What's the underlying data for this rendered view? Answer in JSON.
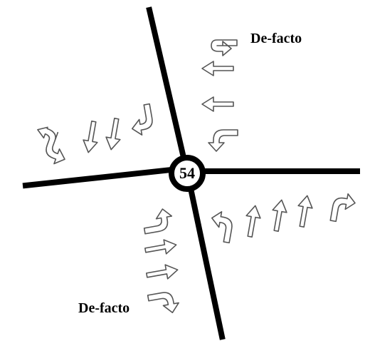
{
  "intersection": {
    "number": "54",
    "colors": {
      "road": "#000000",
      "arrow_outline": "#555555",
      "arrow_fill": "#ffffff",
      "background": "#ffffff"
    }
  },
  "approaches": {
    "east": {
      "label": "De-facto",
      "arrows": [
        "u-turn-icon",
        "straight-arrow-icon",
        "straight-arrow-icon",
        "left-turn-arrow-icon"
      ]
    },
    "north": {
      "label": "",
      "arrows": [
        "left-and-u-turn-arrow-icon",
        "straight-arrow-icon",
        "straight-arrow-icon",
        "right-turn-arrow-icon"
      ]
    },
    "south": {
      "label": "",
      "arrows": [
        "left-turn-arrow-icon",
        "straight-arrow-icon",
        "straight-arrow-icon",
        "straight-arrow-icon",
        "right-turn-arrow-icon"
      ]
    },
    "west": {
      "label": "De-facto",
      "arrows": [
        "left-turn-arrow-icon",
        "straight-arrow-icon",
        "straight-arrow-icon",
        "right-turn-arrow-icon"
      ]
    }
  }
}
